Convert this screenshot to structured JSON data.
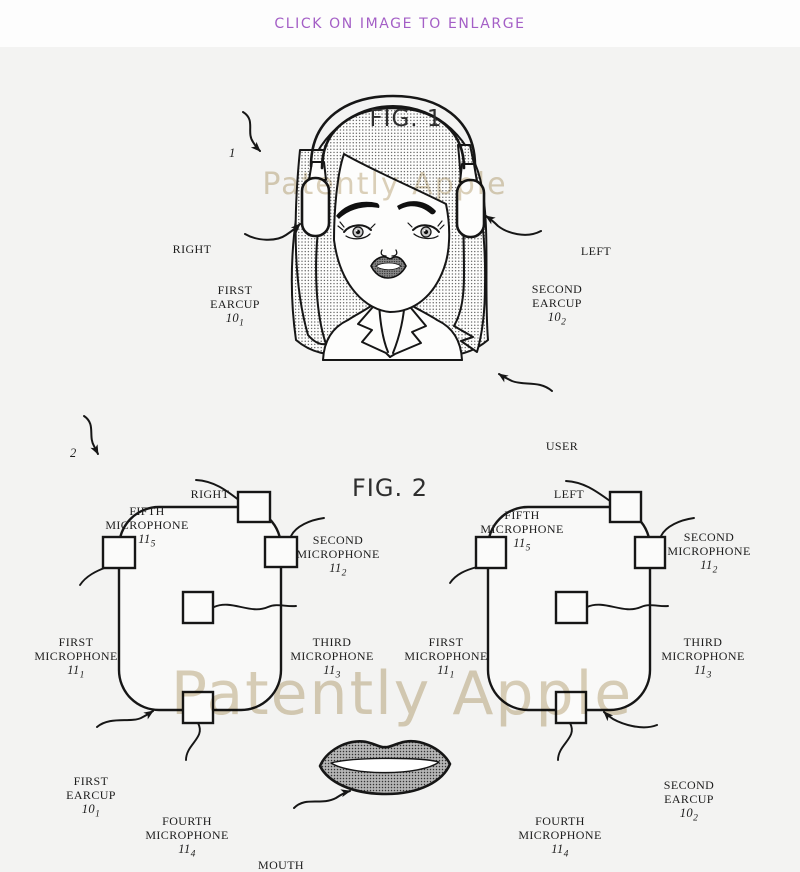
{
  "banner": {
    "text": "CLICK ON IMAGE TO ENLARGE",
    "color": "#a45fc6"
  },
  "watermark": {
    "text": "Patently Apple",
    "color": "#d9cdb4"
  },
  "fig1": {
    "title": "FIG. 1",
    "pointer_ref": "1",
    "right_label": "RIGHT",
    "left_label": "LEFT",
    "user_label": "USER",
    "first_earcup": {
      "line1": "FIRST",
      "line2": "EARCUP",
      "ref": "10",
      "sub": "1"
    },
    "second_earcup": {
      "line1": "SECOND",
      "line2": "EARCUP",
      "ref": "10",
      "sub": "2"
    }
  },
  "fig2": {
    "title": "FIG. 2",
    "pointer_ref": "2",
    "mouth_label": "MOUTH",
    "right_earcup_unit": {
      "side_label": "RIGHT",
      "fifth_mic": {
        "line1": "FIFTH",
        "line2": "MICROPHONE",
        "ref": "11",
        "sub": "5"
      },
      "second_mic": {
        "line1": "SECOND",
        "line2": "MICROPHONE",
        "ref": "11",
        "sub": "2"
      },
      "first_mic": {
        "line1": "FIRST",
        "line2": "MICROPHONE",
        "ref": "11",
        "sub": "1"
      },
      "third_mic": {
        "line1": "THIRD",
        "line2": "MICROPHONE",
        "ref": "11",
        "sub": "3"
      },
      "fourth_mic": {
        "line1": "FOURTH",
        "line2": "MICROPHONE",
        "ref": "11",
        "sub": "4"
      },
      "earcup": {
        "line1": "FIRST",
        "line2": "EARCUP",
        "ref": "10",
        "sub": "1"
      }
    },
    "left_earcup_unit": {
      "side_label": "LEFT",
      "fifth_mic": {
        "line1": "FIFTH",
        "line2": "MICROPHONE",
        "ref": "11",
        "sub": "5"
      },
      "second_mic": {
        "line1": "SECOND",
        "line2": "MICROPHONE",
        "ref": "11",
        "sub": "2"
      },
      "first_mic": {
        "line1": "FIRST",
        "line2": "MICROPHONE",
        "ref": "11",
        "sub": "1"
      },
      "third_mic": {
        "line1": "THIRD",
        "line2": "MICROPHONE",
        "ref": "11",
        "sub": "3"
      },
      "fourth_mic": {
        "line1": "FOURTH",
        "line2": "MICROPHONE",
        "ref": "11",
        "sub": "4"
      },
      "earcup": {
        "line1": "SECOND",
        "line2": "EARCUP",
        "ref": "10",
        "sub": "2"
      }
    }
  }
}
